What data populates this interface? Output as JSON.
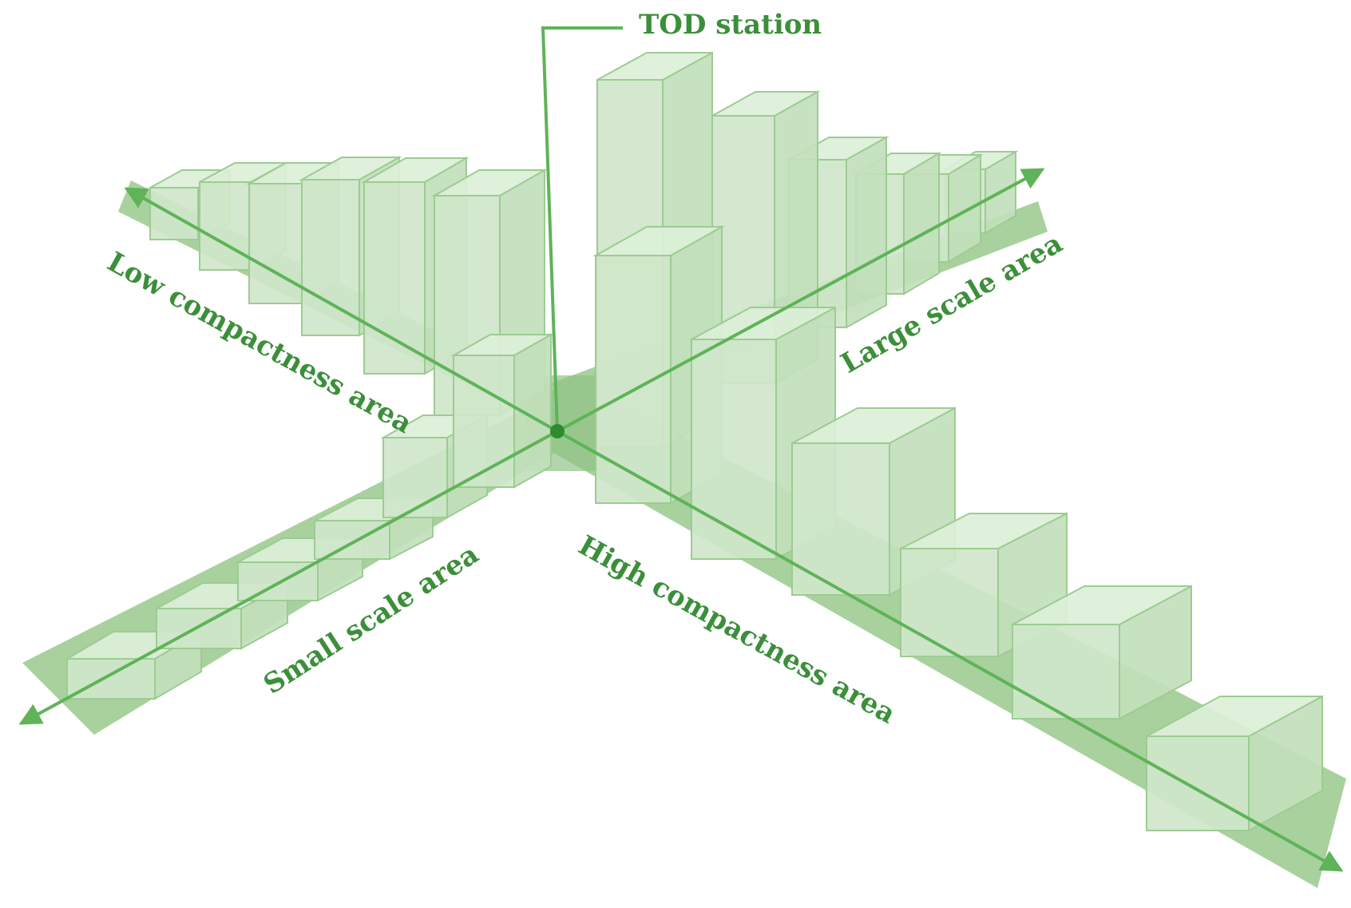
{
  "diagram": {
    "station_label": "TOD station",
    "axis_labels": {
      "low_compactness": "Low compactness area",
      "large_scale": "Large scale area",
      "small_scale": "Small scale area",
      "high_compactness": "High compactness area"
    }
  },
  "colors": {
    "strip": "#a3cf99",
    "strip_dark": "#8cc081",
    "box_front": "#cfe6ca",
    "box_side": "#c2dfbc",
    "box_top": "#dcefd8",
    "box_edge": "#9ccc92",
    "line": "#5fb358",
    "text": "#3c8f3a",
    "node": "#2f8a2f"
  }
}
